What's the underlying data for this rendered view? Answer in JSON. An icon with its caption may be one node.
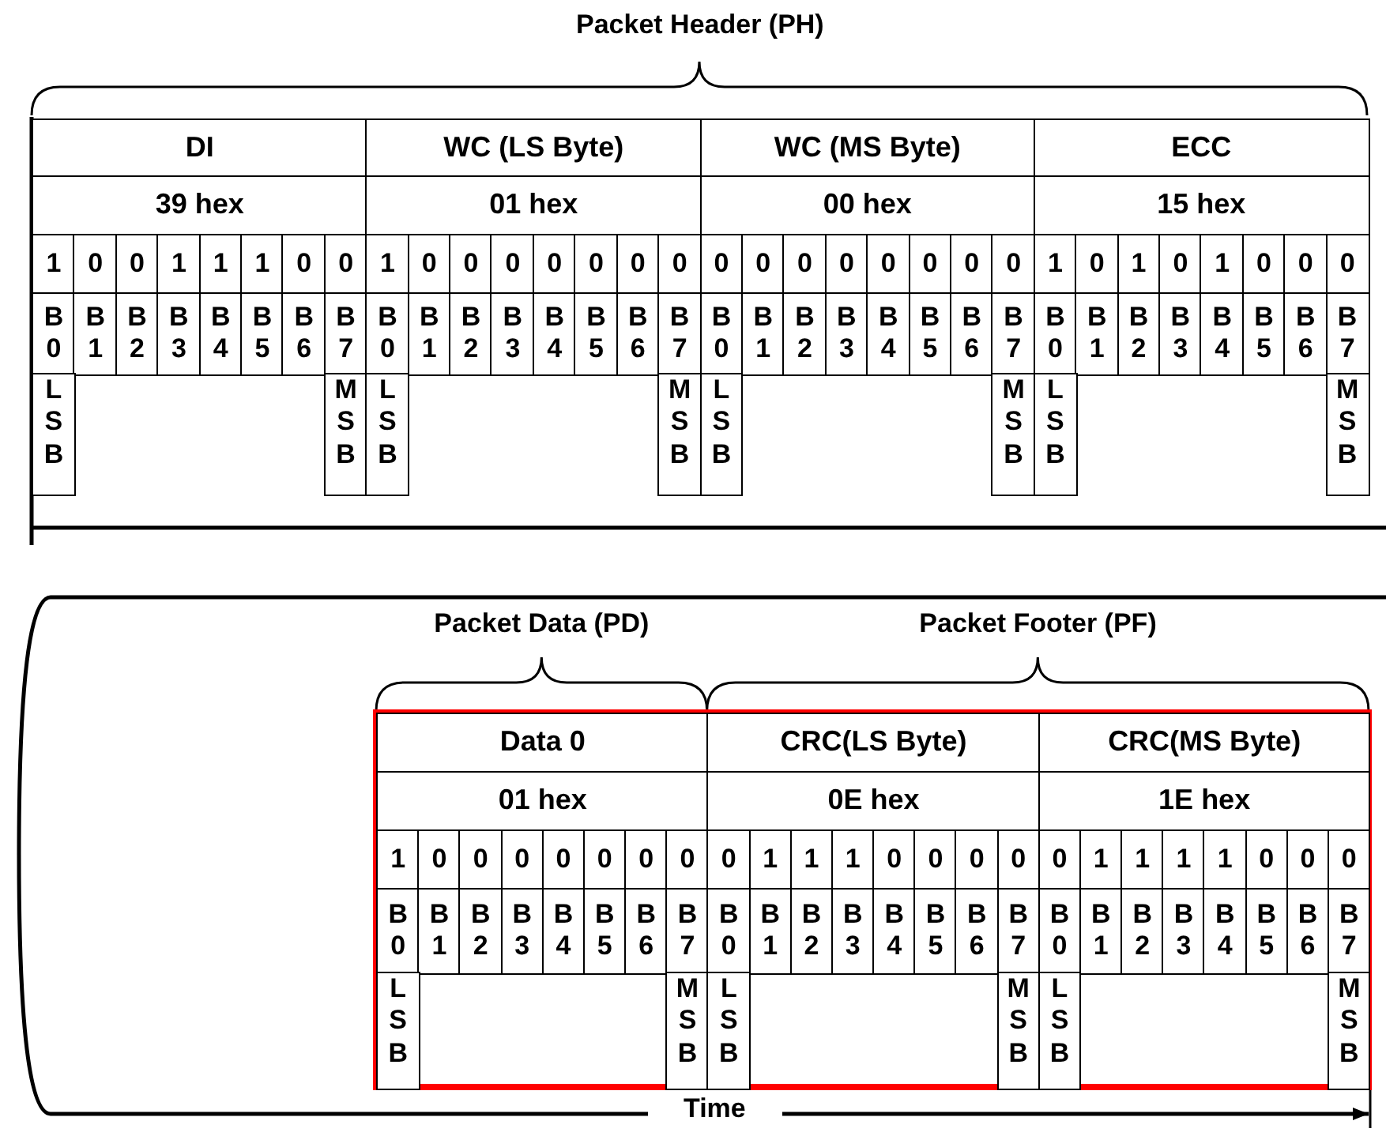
{
  "diagram": {
    "labels": [
      "Packet Header (PH)",
      "DI",
      "WC (LS Byte)",
      "WC (MS Byte)",
      "ECC",
      "39 hex",
      "01 hex",
      "00 hex",
      "15 hex",
      "1",
      "0",
      "0",
      "1",
      "1",
      "1",
      "0",
      "0",
      "1",
      "0",
      "0",
      "0",
      "0",
      "0",
      "0",
      "0",
      "0",
      "0",
      "0",
      "0",
      "0",
      "0",
      "0",
      "0",
      "1",
      "0",
      "1",
      "0",
      "1",
      "0",
      "0",
      "0",
      "B 0",
      "B 1",
      "B 2",
      "B 3",
      "B 4",
      "B 5",
      "B 6",
      "B 7",
      "B 0",
      "B 1",
      "B 2",
      "B 3",
      "B 4",
      "B 5",
      "B 6",
      "B 7",
      "B 0",
      "B 1",
      "B 2",
      "B 3",
      "B 4",
      "B 5",
      "B 6",
      "B 7",
      "B 0",
      "B 1",
      "B 2",
      "B 3",
      "B 4",
      "B 5",
      "B 6",
      "B 7",
      "L S B",
      "M S B",
      "L S B",
      "M S B",
      "L S B",
      "M S B",
      "L S B",
      "M S B",
      "Packet Data (PD)",
      "Packet Footer (PF)",
      "Data 0",
      "CRC(LS Byte)",
      "CRC(MS Byte)",
      "01 hex",
      "0E hex",
      "1E hex",
      "1",
      "0",
      "0",
      "0",
      "0",
      "0",
      "0",
      "0",
      "0",
      "1",
      "1",
      "1",
      "0",
      "0",
      "0",
      "0",
      "0",
      "1",
      "1",
      "1",
      "1",
      "0",
      "0",
      "0",
      "B 0",
      "B 1",
      "B 2",
      "B 3",
      "B 4",
      "B 5",
      "B 6",
      "B 7",
      "B 0",
      "B 1",
      "B 2",
      "B 3",
      "B 4",
      "B 5",
      "B 6",
      "B 7",
      "B 0",
      "B 1",
      "B 2",
      "B 3",
      "B 4",
      "B 5",
      "B 6",
      "B 7",
      "L S B",
      "M S B",
      "L S B",
      "M S B",
      "L S B",
      "M S B",
      "Time"
    ]
  }
}
